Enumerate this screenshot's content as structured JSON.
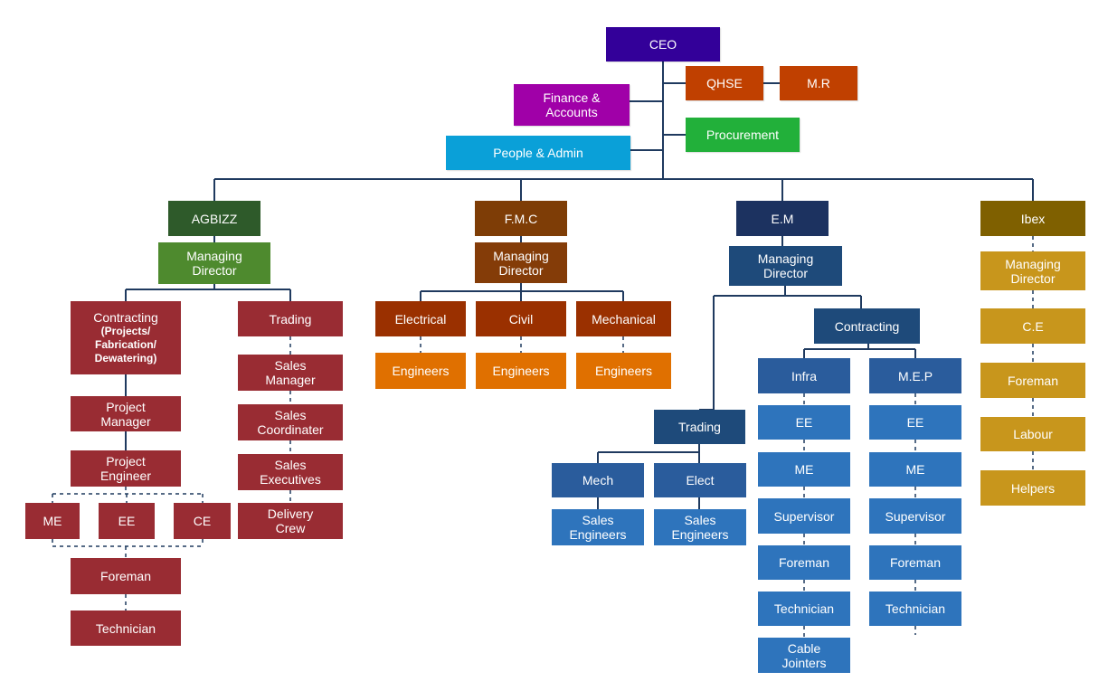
{
  "colors": {
    "ceo": "#330099",
    "qhse": "#c04000",
    "finance": "#a000a8",
    "procurement": "#22b03a",
    "people": "#0aa0d8",
    "agbizz_dark": "#2e5a2a",
    "agbizz_md": "#4e8a2e",
    "red": "#992c33",
    "fmc_dark": "#7e3d06",
    "fmc_md": "#843c08",
    "fmc_sub": "#9a3000",
    "fmc_eng": "#e07000",
    "em_dark": "#1c3260",
    "em_md": "#1e4a7a",
    "em_sub": "#2a5c9c",
    "em_blue": "#2e74bc",
    "ibex_dark": "#7f6000",
    "ibex_gold": "#c8961c",
    "line": "#1f3a5f"
  },
  "top": {
    "ceo": "CEO",
    "qhse": "QHSE",
    "mr": "M.R",
    "finance": "Finance &\nAccounts",
    "procurement": "Procurement",
    "people": "People & Admin"
  },
  "agbizz": {
    "title": "AGBIZZ",
    "md": "Managing\nDirector",
    "contracting": "Contracting",
    "contracting_sub": "(Projects/\nFabrication/\nDewatering)",
    "project_manager": "Project\nManager",
    "project_engineer": "Project\nEngineer",
    "me": "ME",
    "ee": "EE",
    "ce": "CE",
    "foreman": "Foreman",
    "technician": "Technician",
    "trading": "Trading",
    "sales_manager": "Sales\nManager",
    "sales_coordinator": "Sales\nCoordinater",
    "sales_executives": "Sales\nExecutives",
    "delivery_crew": "Delivery\nCrew"
  },
  "fmc": {
    "title": "F.M.C",
    "md": "Managing\nDirector",
    "electrical": "Electrical",
    "civil": "Civil",
    "mechanical": "Mechanical",
    "engineers": "Engineers"
  },
  "em": {
    "title": "E.M",
    "md": "Managing\nDirector",
    "trading": "Trading",
    "mech": "Mech",
    "elect": "Elect",
    "sales_engineers": "Sales\nEngineers",
    "contracting": "Contracting",
    "infra": "Infra",
    "mep": "M.E.P",
    "ee": "EE",
    "me": "ME",
    "supervisor": "Supervisor",
    "foreman": "Foreman",
    "technician": "Technician",
    "cable_jointers": "Cable\nJointers"
  },
  "ibex": {
    "title": "Ibex",
    "md": "Managing\nDirector",
    "ce": "C.E",
    "foreman": "Foreman",
    "labour": "Labour",
    "helpers": "Helpers"
  }
}
